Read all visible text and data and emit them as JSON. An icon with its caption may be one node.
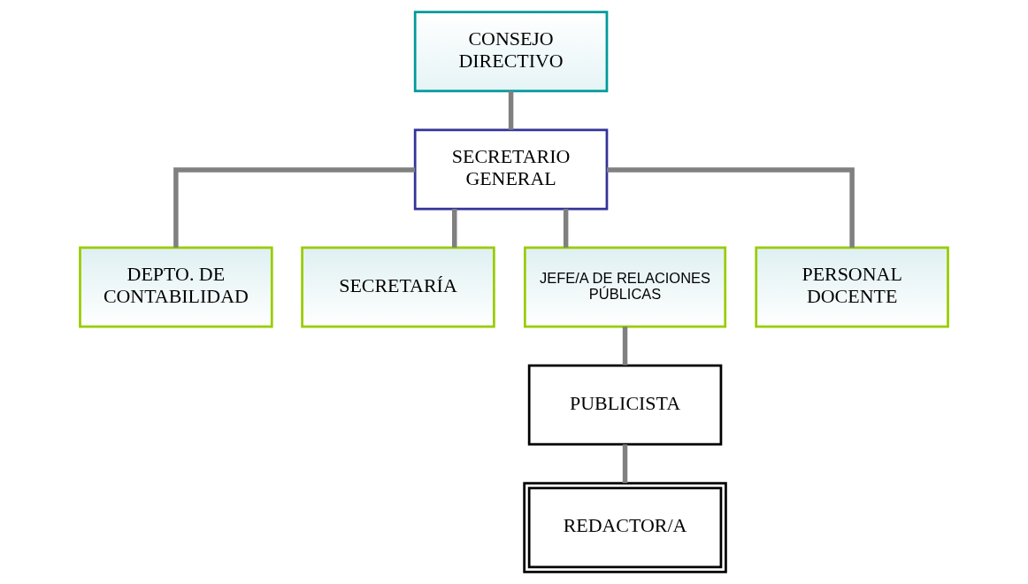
{
  "diagram": {
    "nodes": [
      {
        "text": [
          "CONSEJO DIRECTIVO"
        ]
      },
      {
        "text": [
          "SECRETARIO GENERAL"
        ]
      },
      {
        "text": [
          "DEPTO. DE CONTABILIDAD"
        ]
      },
      {
        "text": [
          "SECRETARÍA"
        ]
      },
      {
        "text": [
          "JEFE/A DE RELACIONES PÚBLICAS"
        ]
      },
      {
        "text": [
          "PERSONAL DOCENTE"
        ]
      },
      {
        "text": [
          "PUBLICISTA"
        ]
      },
      {
        "text": [
          "REDACTOR/A"
        ]
      }
    ],
    "edges": [
      {
        "from": 0,
        "to": 1,
        "arrow": "none"
      },
      {
        "from": 1,
        "to": 2,
        "arrow": "none"
      },
      {
        "from": 1,
        "to": 3,
        "arrow": "none"
      },
      {
        "from": 1,
        "to": 4,
        "arrow": "none"
      },
      {
        "from": 1,
        "to": 5,
        "arrow": "none"
      },
      {
        "from": 4,
        "to": 6,
        "arrow": "none"
      },
      {
        "from": 6,
        "to": 7,
        "arrow": "none"
      }
    ]
  }
}
